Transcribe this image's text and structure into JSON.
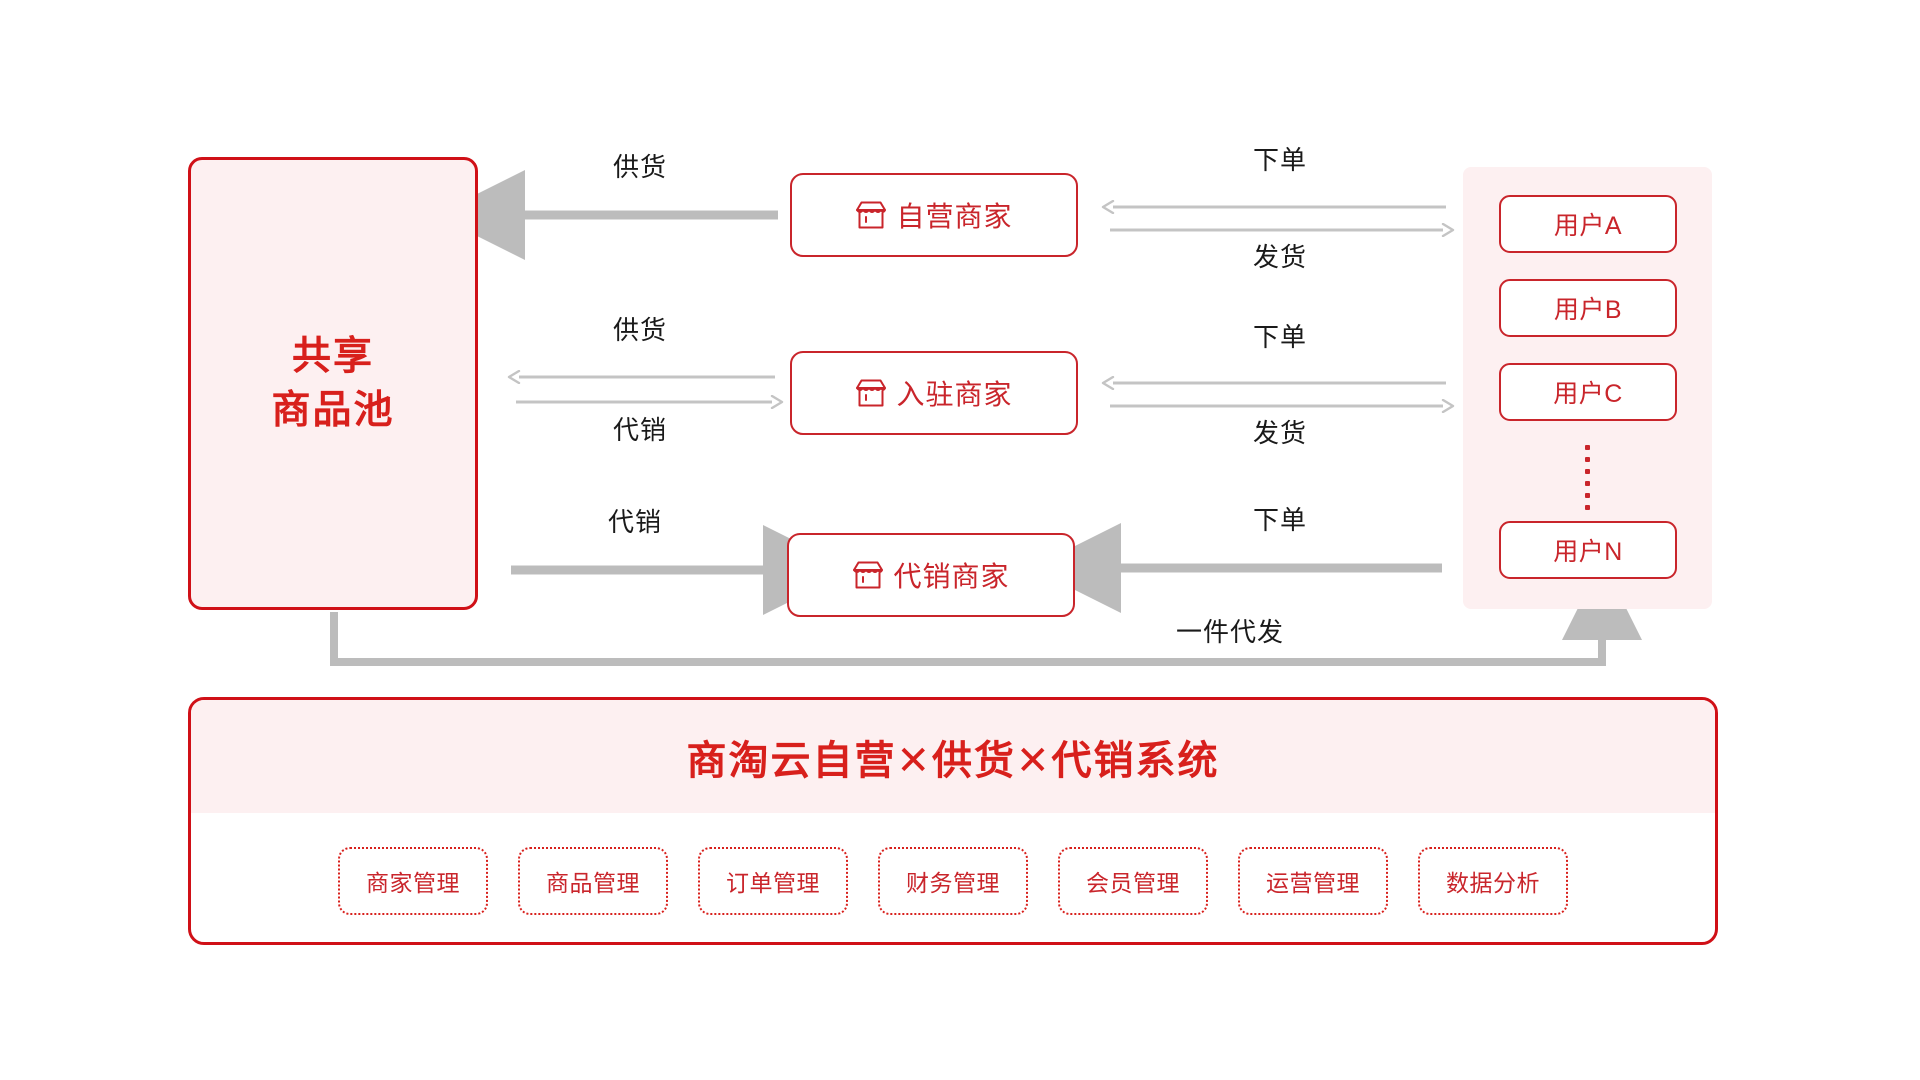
{
  "pool": {
    "label": "共享\n商品池",
    "border_color": "#d01017",
    "fill_color": "#fdf0f1"
  },
  "merchants": [
    {
      "icon": "storefront-icon",
      "label": "自营商家"
    },
    {
      "icon": "storefront-icon",
      "label": "入驻商家"
    },
    {
      "icon": "storefront-icon",
      "label": "代销商家"
    }
  ],
  "users": {
    "items": [
      {
        "label": "用户A"
      },
      {
        "label": "用户B"
      },
      {
        "label": "用户C"
      },
      {
        "label": "用户N"
      }
    ],
    "ellipsis": "⋮"
  },
  "flows": {
    "left": [
      {
        "row": 1,
        "top_label": "供货",
        "bottom_label": "",
        "style": "thick",
        "direction": "left"
      },
      {
        "row": 2,
        "top_label": "供货",
        "bottom_label": "代销",
        "style": "thin",
        "direction": "both"
      },
      {
        "row": 3,
        "top_label": "代销",
        "bottom_label": "",
        "style": "thick",
        "direction": "right"
      }
    ],
    "right": [
      {
        "row": 1,
        "top_label": "下单",
        "bottom_label": "发货",
        "style": "thin",
        "direction": "both"
      },
      {
        "row": 2,
        "top_label": "下单",
        "bottom_label": "发货",
        "style": "thin",
        "direction": "both"
      },
      {
        "row": 3,
        "top_label": "下单",
        "bottom_label": "",
        "style": "thick",
        "direction": "left"
      }
    ],
    "dropship": {
      "label": "一件代发",
      "style": "thick",
      "direction": "up"
    }
  },
  "system": {
    "title": "商淘云自营✕供货✕代销系统",
    "modules": [
      {
        "label": "商家管理"
      },
      {
        "label": "商品管理"
      },
      {
        "label": "订单管理"
      },
      {
        "label": "财务管理"
      },
      {
        "label": "会员管理"
      },
      {
        "label": "运营管理"
      },
      {
        "label": "数据分析"
      }
    ]
  },
  "colors": {
    "brand_red": "#d8201c",
    "border_red": "#c9252b",
    "pale_pink": "#fdf0f1",
    "arrow_gray": "#bcbcbc",
    "arrow_gray_thin": "#c4c4c4",
    "label_black": "#1a1a1a"
  }
}
